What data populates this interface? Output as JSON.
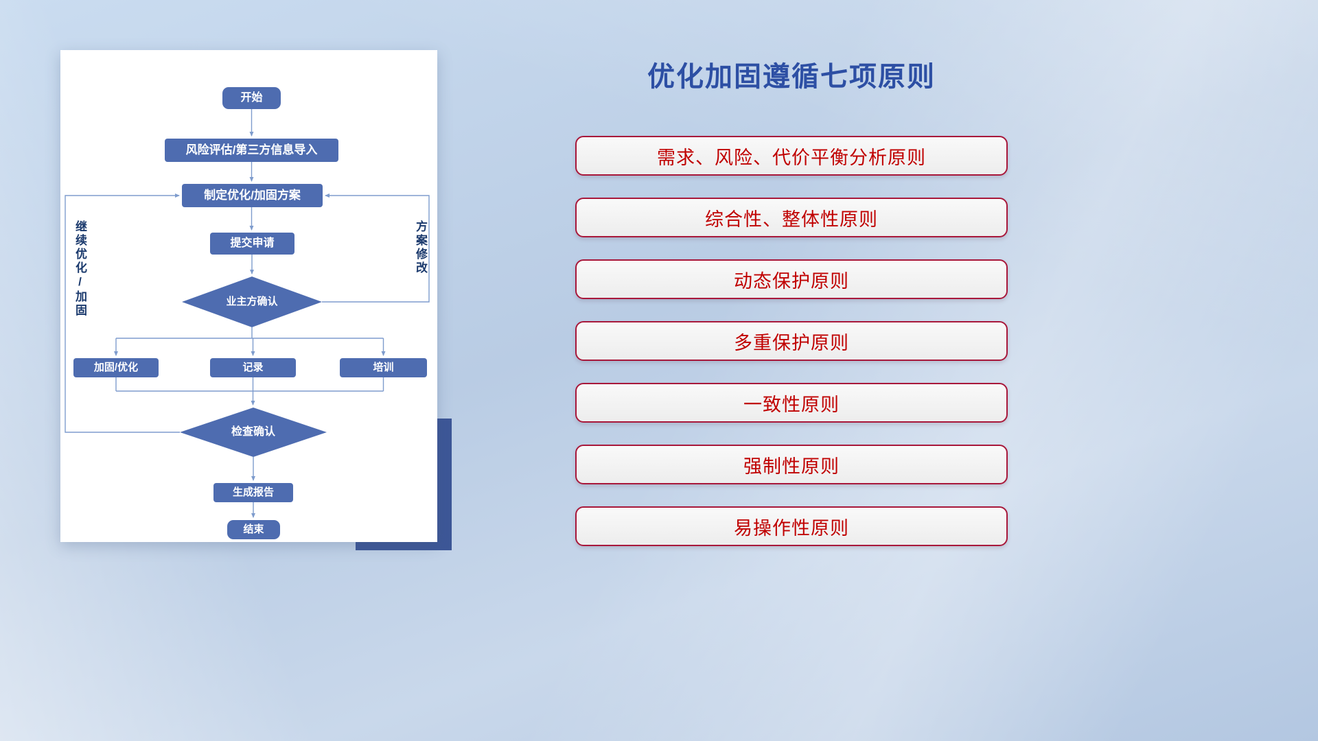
{
  "flowchart": {
    "nodes": {
      "start": "开始",
      "risk_import": "风险评估/第三方信息导入",
      "plan": "制定优化/加固方案",
      "submit": "提交申请",
      "owner_confirm": "业主方确认",
      "harden": "加固/优化",
      "record": "记录",
      "training": "培训",
      "check_confirm": "检查确认",
      "report": "生成报告",
      "end": "结束"
    },
    "loop_labels": {
      "continue_loop": "继续优化/加固",
      "modify_loop": "方案修改"
    }
  },
  "panel": {
    "title": "优化加固遵循七项原则",
    "principles": [
      "需求、风险、代价平衡分析原则",
      "综合性、整体性原则",
      "动态保护原则",
      "多重保护原则",
      "一致性原则",
      "强制性原则",
      "易操作性原则"
    ]
  },
  "colors": {
    "node_blue": "#4e6cb0",
    "connector_blue": "#7e9ccd",
    "loop_label_navy": "#1b3a6d",
    "title_blue": "#2d4fa4",
    "principle_red": "#c00000",
    "principle_border_red": "#a8173a",
    "accent_rect_blue": "#3d5797"
  }
}
